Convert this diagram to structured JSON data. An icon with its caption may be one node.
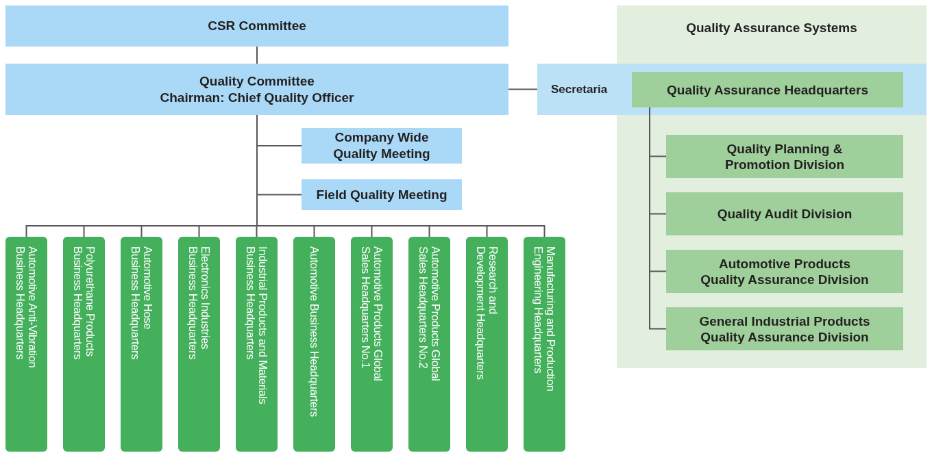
{
  "diagram": {
    "nodes": [
      {
        "text": [
          "CSR Committee"
        ]
      },
      {
        "text": [
          "Quality Committee",
          "Chairman: Chief Quality Officer"
        ]
      },
      {
        "text": [
          "Quality Assurance Systems"
        ]
      },
      {
        "text": [
          "Secretaria"
        ]
      },
      {
        "text": [
          "Quality Assurance Headquarters"
        ]
      },
      {
        "text": [
          "Company Wide Quality Meeting"
        ]
      },
      {
        "text": [
          "Field Quality Meeting"
        ]
      },
      {
        "text": [
          "Automotive Anti-Vibration Business Headquarters"
        ]
      },
      {
        "text": [
          "Polyurethane Products Business Headquarters"
        ]
      },
      {
        "text": [
          "Automotive Hose Business Headquarters"
        ]
      },
      {
        "text": [
          "Electronics Industries Business Headquarters"
        ]
      },
      {
        "text": [
          "Industrial Products and Materials Business Headquarters"
        ]
      },
      {
        "text": [
          "Automotive Business Headquarters"
        ]
      },
      {
        "text": [
          "Automotive Products Global Sales Headquarters No.1"
        ]
      },
      {
        "text": [
          "Automotive Products Global Sales Headquarters No.2"
        ]
      },
      {
        "text": [
          "Research and Development Headquarters"
        ]
      },
      {
        "text": [
          "Manufacturing and Production Engineering Headquarters"
        ]
      },
      {
        "text": [
          "Quality Planning & Promotion Division"
        ],
        "in": 2
      },
      {
        "text": [
          "Quality Audit Division"
        ],
        "in": 2
      },
      {
        "text": [
          "Automotive Products Quality Assurance Division"
        ],
        "in": 2
      },
      {
        "text": [
          "General Industrial Products Quality Assurance Division"
        ],
        "in": 2
      }
    ],
    "edges": [
      {
        "from": 0,
        "to": 1,
        "arrow": "none"
      },
      {
        "from": 1,
        "to": 3,
        "arrow": "none"
      },
      {
        "from": 1,
        "to": 5,
        "arrow": "none"
      },
      {
        "from": 1,
        "to": 6,
        "arrow": "none"
      },
      {
        "from": 1,
        "to": 7,
        "arrow": "none"
      },
      {
        "from": 1,
        "to": 8,
        "arrow": "none"
      },
      {
        "from": 1,
        "to": 9,
        "arrow": "none"
      },
      {
        "from": 1,
        "to": 10,
        "arrow": "none"
      },
      {
        "from": 1,
        "to": 11,
        "arrow": "none"
      },
      {
        "from": 1,
        "to": 12,
        "arrow": "none"
      },
      {
        "from": 1,
        "to": 13,
        "arrow": "none"
      },
      {
        "from": 1,
        "to": 14,
        "arrow": "none"
      },
      {
        "from": 1,
        "to": 15,
        "arrow": "none"
      },
      {
        "from": 1,
        "to": 16,
        "arrow": "none"
      },
      {
        "from": 4,
        "to": 17,
        "arrow": "none"
      },
      {
        "from": 4,
        "to": 18,
        "arrow": "none"
      },
      {
        "from": 4,
        "to": 19,
        "arrow": "none"
      },
      {
        "from": 4,
        "to": 20,
        "arrow": "none"
      }
    ]
  }
}
